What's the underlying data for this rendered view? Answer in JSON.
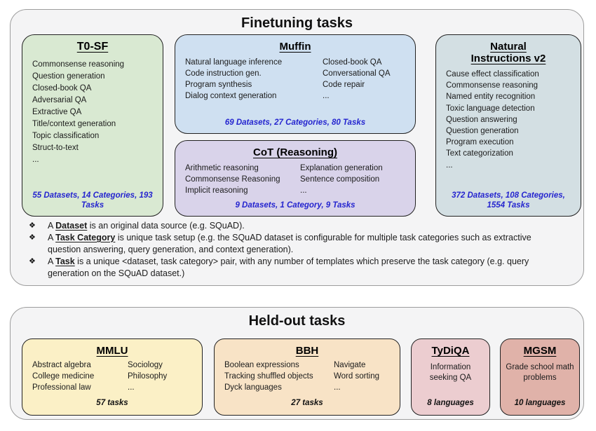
{
  "colors": {
    "panel_fill": "#f4f4f5",
    "panel_border": "#9d9d9d",
    "t0sf_fill": "#d9e9d2",
    "muffin_fill": "#cfe0f1",
    "cot_fill": "#d9d3ea",
    "niv2_fill": "#d3dfe3",
    "mmlu_fill": "#fbf0c6",
    "bbh_fill": "#f8e3c6",
    "tydiqa_fill": "#eccdd0",
    "mgsm_fill": "#e0b2a9",
    "stats_blue": "#2525cf"
  },
  "finetuning": {
    "title": "Finetuning tasks",
    "bullet_glyph": "❖",
    "t0sf": {
      "title": "T0-SF",
      "items": [
        "Commonsense reasoning",
        "Question generation",
        "Closed-book QA",
        "Adversarial QA",
        "Extractive QA",
        "Title/context generation",
        "Topic classification",
        "Struct-to-text",
        "..."
      ],
      "stats": "55 Datasets, 14 Categories, 193 Tasks"
    },
    "muffin": {
      "title": "Muffin",
      "col1": [
        "Natural language inference",
        "Code instruction gen.",
        "Program synthesis",
        "Dialog context generation"
      ],
      "col2": [
        "Closed-book QA",
        "Conversational QA",
        "Code repair",
        "..."
      ],
      "stats": "69 Datasets, 27 Categories, 80 Tasks"
    },
    "cot": {
      "title": "CoT (Reasoning)",
      "col1": [
        "Arithmetic reasoning",
        "Commonsense Reasoning",
        "Implicit reasoning"
      ],
      "col2": [
        "Explanation generation",
        "Sentence composition",
        "..."
      ],
      "stats": "9 Datasets, 1 Category, 9 Tasks"
    },
    "niv2": {
      "title": "Natural Instructions v2",
      "items": [
        "Cause effect classification",
        "Commonsense reasoning",
        "Named entity recognition",
        "Toxic language detection",
        "Question answering",
        "Question generation",
        "Program execution",
        "Text categorization",
        "..."
      ],
      "stats": "372 Datasets, 108 Categories, 1554 Tasks"
    },
    "bullets": [
      {
        "prefix": "A ",
        "term": "Dataset",
        "rest": " is an original data source (e.g. SQuAD)."
      },
      {
        "prefix": "A ",
        "term": "Task Category",
        "rest": " is unique task setup (e.g. the SQuAD dataset is configurable for multiple task categories such as extractive question answering, query generation, and context generation)."
      },
      {
        "prefix": "A ",
        "term": "Task",
        "rest": " is a unique <dataset, task category> pair, with any number of templates which preserve the task category (e.g. query generation on the SQuAD dataset.)"
      }
    ]
  },
  "heldout": {
    "title": "Held-out tasks",
    "mmlu": {
      "title": "MMLU",
      "col1": [
        "Abstract algebra",
        "College medicine",
        "Professional law"
      ],
      "col2": [
        "Sociology",
        "Philosophy",
        "..."
      ],
      "stats": "57 tasks"
    },
    "bbh": {
      "title": "BBH",
      "col1": [
        "Boolean expressions",
        "Tracking shuffled objects",
        "Dyck languages"
      ],
      "col2": [
        "Navigate",
        "Word sorting",
        "..."
      ],
      "stats": "27 tasks"
    },
    "tydiqa": {
      "title": "TyDiQA",
      "desc": "Information seeking QA",
      "stats": "8 languages"
    },
    "mgsm": {
      "title": "MGSM",
      "desc": "Grade school math problems",
      "stats": "10 languages"
    }
  }
}
